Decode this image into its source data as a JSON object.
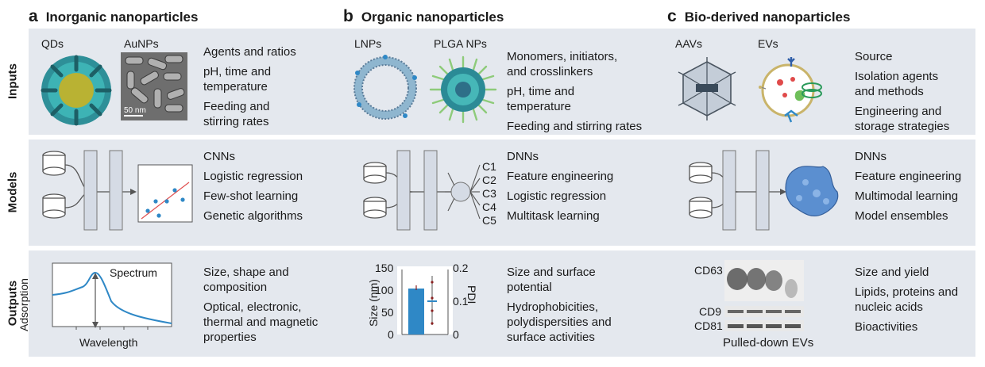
{
  "rows": {
    "inputs": "Inputs",
    "models": "Models",
    "outputs": "Outputs"
  },
  "columns": [
    {
      "letter": "a",
      "title": "Inorganic nanoparticles",
      "inputs": {
        "img1": "QDs",
        "img2": "AuNPs",
        "scale": "50 nm",
        "items": [
          "Agents and ratios",
          "pH, time and temperature",
          "Feeding and stirring rates"
        ]
      },
      "models": [
        "CNNs",
        "Logistic regression",
        "Few-shot learning",
        "Genetic algorithms"
      ],
      "outputs": {
        "spectrum": "Spectrum",
        "ylabel": "Adsorption",
        "xlabel": "Wavelength",
        "items": [
          "Size, shape and composition",
          "Optical, electronic, thermal and magnetic properties"
        ]
      }
    },
    {
      "letter": "b",
      "title": "Organic nanoparticles",
      "inputs": {
        "img1": "LNPs",
        "img2": "PLGA NPs",
        "items": [
          "Monomers, initiators, and crosslinkers",
          "pH, time and temperature",
          "Feeding and stirring rates"
        ]
      },
      "models": {
        "classes": [
          "C1",
          "C2",
          "C3",
          "C4",
          "C5"
        ],
        "items": [
          "DNNs",
          "Feature engineering",
          "Logistic regression",
          "Multitask learning"
        ]
      },
      "outputs": {
        "ylabel": "Size (nm)",
        "y2label": "PDI",
        "yticks": [
          "150",
          "100",
          "50",
          "0"
        ],
        "y2ticks": [
          "0.2",
          "0.1",
          "0"
        ],
        "items": [
          "Size and surface potential",
          "Hydrophobicities, polydispersities and surface activities"
        ]
      }
    },
    {
      "letter": "c",
      "title": "Bio-derived nanoparticles",
      "inputs": {
        "img1": "AAVs",
        "img2": "EVs",
        "items": [
          "Source",
          "Isolation agents and methods",
          "Engineering and storage strategies"
        ]
      },
      "models": [
        "DNNs",
        "Feature engineering",
        "Multimodal learning",
        "Model ensembles"
      ],
      "outputs": {
        "bands": [
          "CD63",
          "CD9",
          "CD81"
        ],
        "caption": "Pulled-down EVs",
        "items": [
          "Size and yield",
          "Lipids, proteins and nucleic acids",
          "Bioactivities"
        ]
      }
    }
  ],
  "colors": {
    "panel": "#e4e8ee",
    "blue": "#2f88c6",
    "teal": "#3aa0b0",
    "dark": "#3a4a5a"
  }
}
